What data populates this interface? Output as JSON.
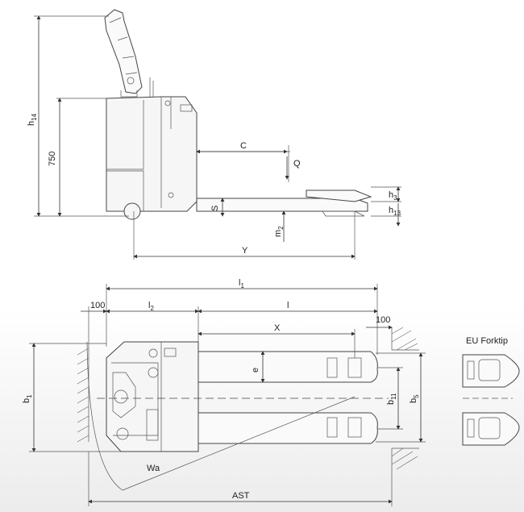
{
  "side_view": {
    "labels": {
      "h14": "h",
      "h14_sub": "14",
      "h750": "750",
      "C": "C",
      "Q": "Q",
      "S": "S",
      "m2": "m",
      "m2_sub": "2",
      "Y": "Y",
      "h3": "h",
      "h3_sub": "3",
      "h13": "h",
      "h13_sub": "13"
    }
  },
  "top_view": {
    "labels": {
      "l1": "l",
      "l1_sub": "1",
      "d100_left": "100",
      "l2": "l",
      "l2_sub": "2",
      "l": "l",
      "X": "X",
      "d100_right": "100",
      "e": "e",
      "b1": "b",
      "b1_sub": "1",
      "b11": "b",
      "b11_sub": "11",
      "b5": "b",
      "b5_sub": "5",
      "Wa": "Wa",
      "AST": "AST"
    }
  },
  "fork_tip": {
    "title": "EU Forktip"
  }
}
